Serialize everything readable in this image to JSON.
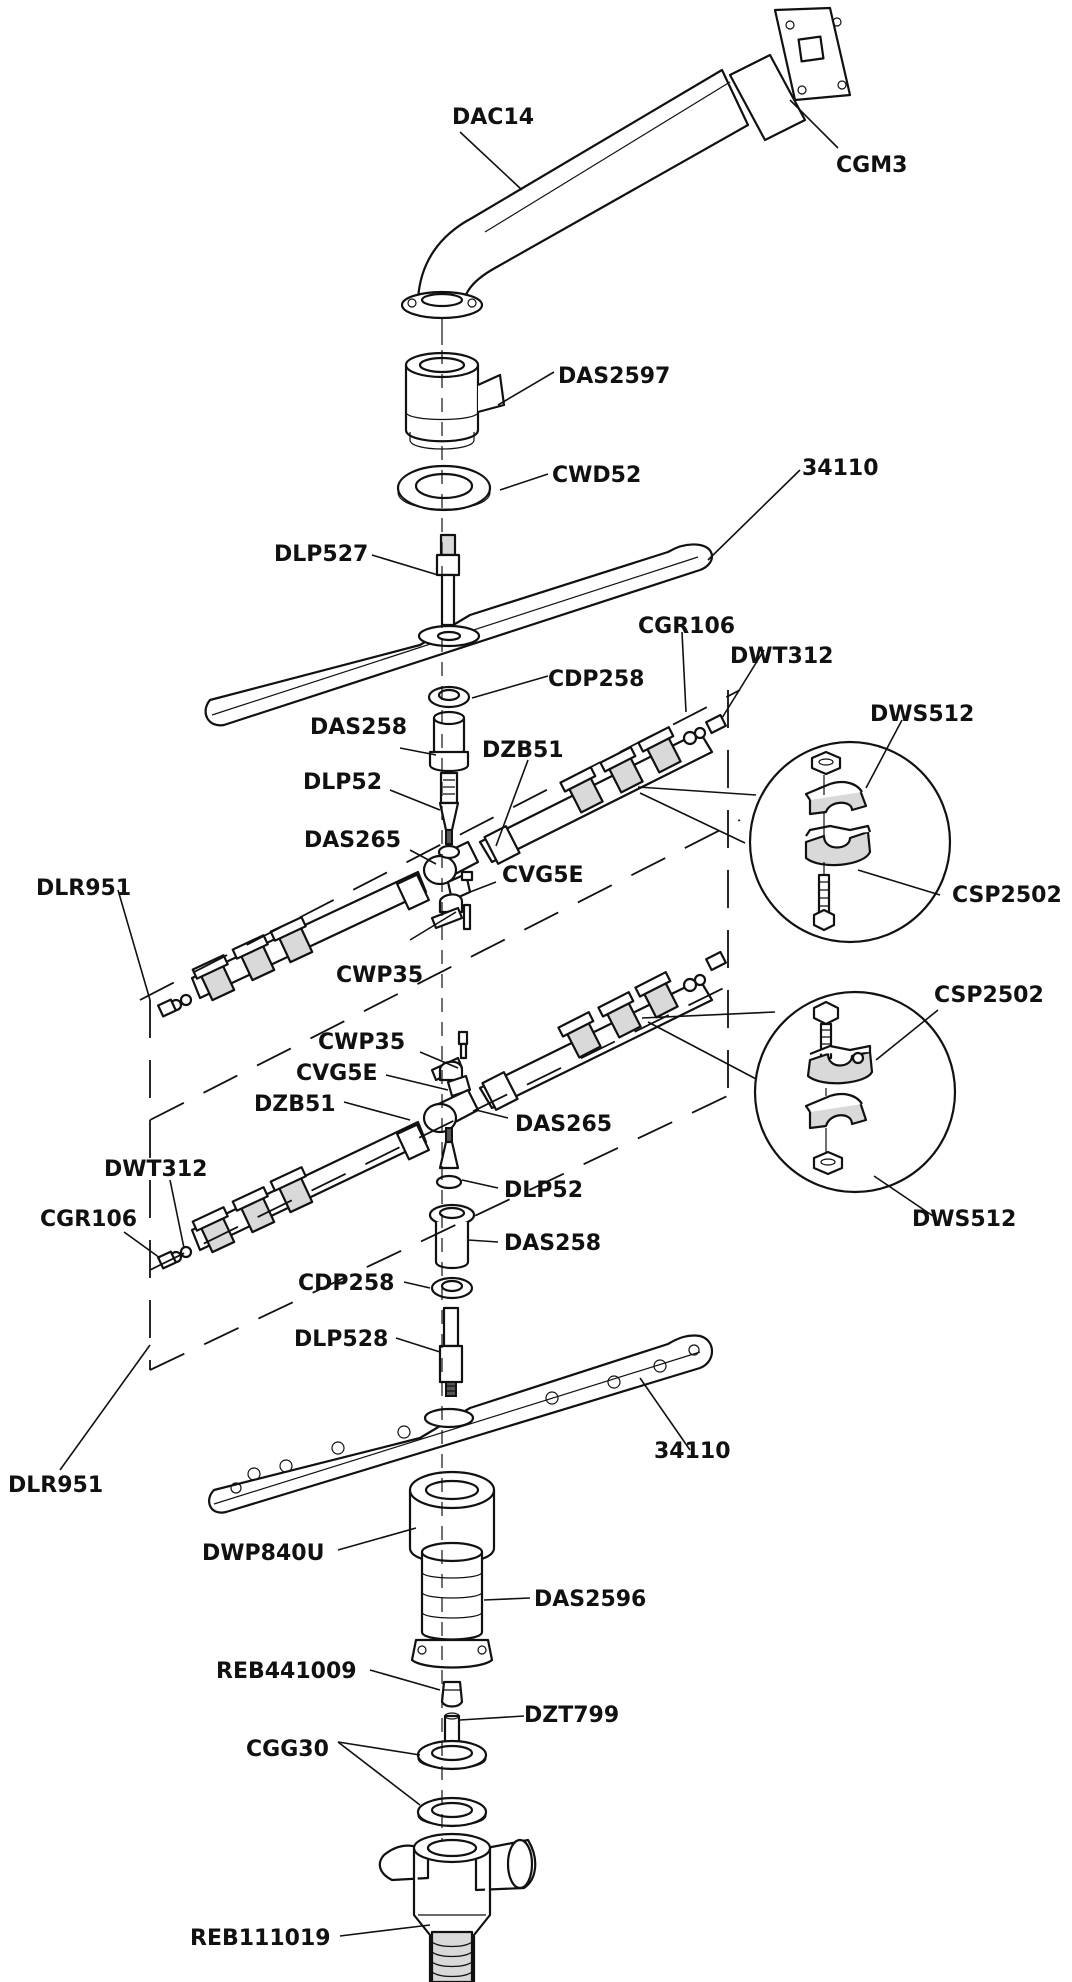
{
  "diagram": {
    "parts": [
      "DAC14",
      "CGM3",
      "DAS2597",
      "CWD52",
      "34110",
      "DLP527",
      "CDP258",
      "CGR106",
      "DWT312",
      "DWS512",
      "DAS258",
      "DZB51",
      "DLP52",
      "DAS265",
      "CVG5E",
      "DLR951",
      "CSP2502",
      "CWP35",
      "DWP840U",
      "DAS2596",
      "REB441009",
      "DZT799",
      "CGG30",
      "REB111019",
      "DLP528"
    ]
  }
}
